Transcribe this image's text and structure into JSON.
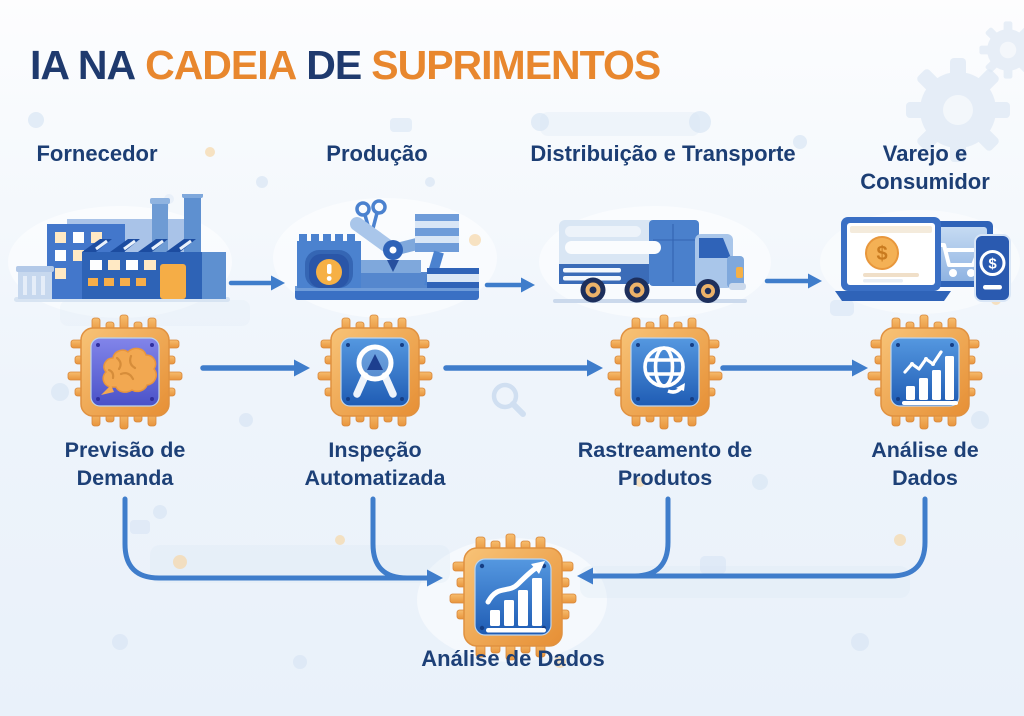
{
  "title": {
    "part1": "IA NA",
    "part2": "CADEIA",
    "part3": "DE",
    "part4": "SUPRIMENTOS"
  },
  "stages": [
    {
      "label": "Fornecedor",
      "icon": "factory-icon"
    },
    {
      "label": "Produção",
      "icon": "production-machine-icon"
    },
    {
      "label": "Distribuição e Transporte",
      "icon": "delivery-truck-icon"
    },
    {
      "label": "Varejo e Consumidor",
      "icon": "ecommerce-devices-icon"
    }
  ],
  "ai_nodes": [
    {
      "label": "Previsão de Demanda",
      "icon": "brain-chip-icon"
    },
    {
      "label": "Inspeção Automatizada",
      "icon": "magnifier-chip-icon"
    },
    {
      "label": "Rastreamento de Produtos",
      "icon": "globe-chip-icon"
    },
    {
      "label": "Análise de Dados",
      "icon": "bar-chart-chip-icon"
    }
  ],
  "center_node": {
    "label": "Análise de Dados",
    "icon": "trend-chart-chip-icon"
  },
  "icons": {
    "currency_symbol": "$",
    "alert_symbol": "!"
  },
  "colors": {
    "navy_text": "#1c3e74",
    "orange_accent": "#e8872e",
    "arrow_blue": "#3f7dcb",
    "chip_frame_orange": "#f2a75a",
    "chip_blue": "#2e6bc4",
    "chip_purple": "#6a6fd8"
  }
}
